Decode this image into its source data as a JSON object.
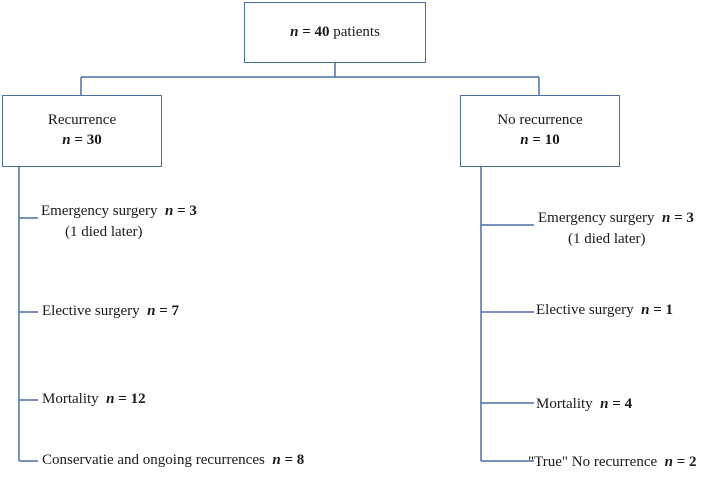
{
  "root": {
    "n_symbol": "n",
    "n_value": " = 40",
    "label": " patients"
  },
  "branches": [
    {
      "title": "Recurrence",
      "n_symbol": "n",
      "n_value": " = 30",
      "items": [
        {
          "label": "Emergency surgery",
          "n_symbol": "n",
          "n_value": " = 3",
          "note": "(1 died later)"
        },
        {
          "label": "Elective surgery",
          "n_symbol": "n",
          "n_value": " = 7"
        },
        {
          "label": "Mortality",
          "n_symbol": "n",
          "n_value": " = 12"
        },
        {
          "label": "Conservatie and ongoing recurrences",
          "n_symbol": "n",
          "n_value": " = 8"
        }
      ]
    },
    {
      "title": "No recurrence",
      "n_symbol": "n",
      "n_value": " = 10",
      "items": [
        {
          "label": "Emergency surgery",
          "n_symbol": "n",
          "n_value": " = 3",
          "note": "(1 died later)"
        },
        {
          "label": "Elective surgery",
          "n_symbol": "n",
          "n_value": " = 1"
        },
        {
          "label": "Mortality",
          "n_symbol": "n",
          "n_value": " = 4"
        },
        {
          "label": "\"True\" No recurrence",
          "n_symbol": "n",
          "n_value": " = 2"
        }
      ]
    }
  ],
  "colors": {
    "line": "#4a6fa5",
    "text": "#1a1a1a"
  }
}
